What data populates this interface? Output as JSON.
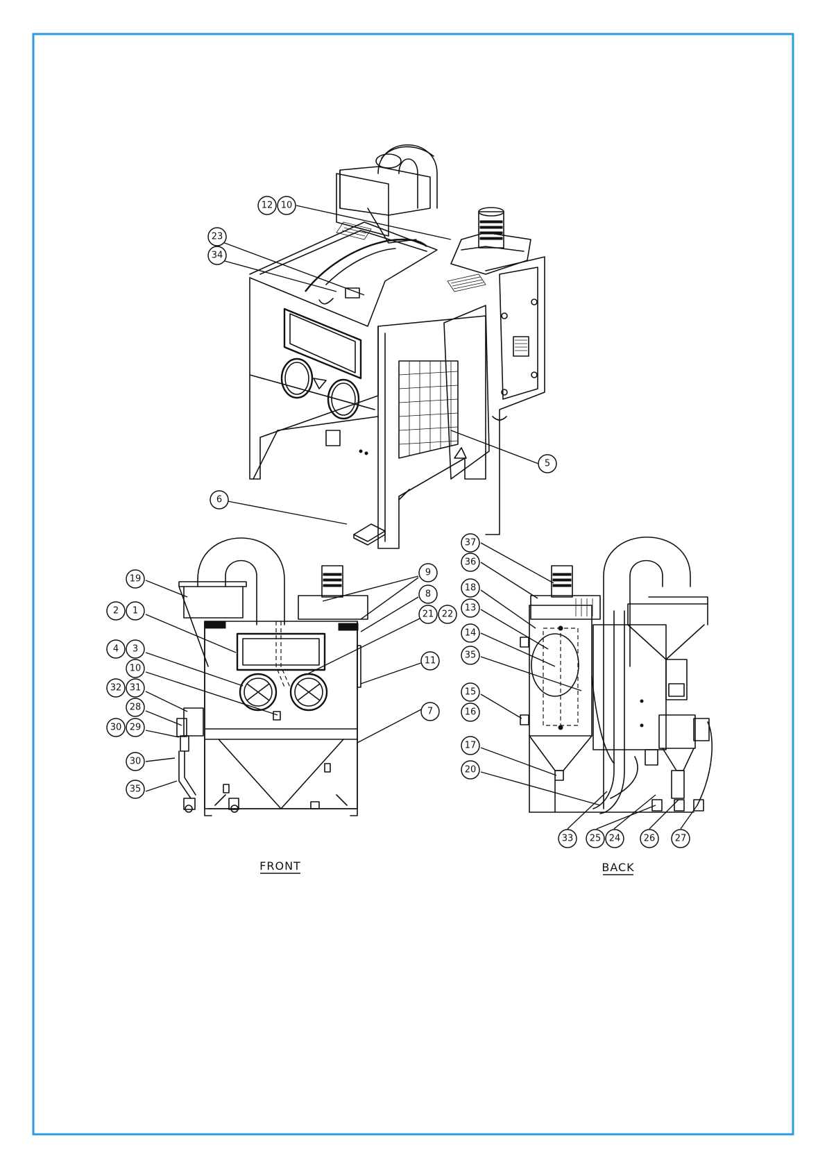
{
  "views": {
    "front_label": "FRONT",
    "back_label": "BACK"
  },
  "callouts": {
    "iso": [
      {
        "id": "c-iso-12",
        "label": "12"
      },
      {
        "id": "c-iso-10",
        "label": "10"
      },
      {
        "id": "c-iso-23",
        "label": "23"
      },
      {
        "id": "c-iso-34",
        "label": "34"
      },
      {
        "id": "c-iso-5",
        "label": "5"
      },
      {
        "id": "c-iso-6",
        "label": "6"
      }
    ],
    "front": [
      {
        "id": "c-fr-19",
        "label": "19"
      },
      {
        "id": "c-fr-2",
        "label": "2"
      },
      {
        "id": "c-fr-1",
        "label": "1"
      },
      {
        "id": "c-fr-4",
        "label": "4"
      },
      {
        "id": "c-fr-3",
        "label": "3"
      },
      {
        "id": "c-fr-10",
        "label": "10"
      },
      {
        "id": "c-fr-32",
        "label": "32"
      },
      {
        "id": "c-fr-31",
        "label": "31"
      },
      {
        "id": "c-fr-28",
        "label": "28"
      },
      {
        "id": "c-fr-30a",
        "label": "30"
      },
      {
        "id": "c-fr-29",
        "label": "29"
      },
      {
        "id": "c-fr-30b",
        "label": "30"
      },
      {
        "id": "c-fr-35",
        "label": "35"
      },
      {
        "id": "c-fr-9",
        "label": "9"
      },
      {
        "id": "c-fr-8",
        "label": "8"
      },
      {
        "id": "c-fr-21",
        "label": "21"
      },
      {
        "id": "c-fr-22",
        "label": "22"
      },
      {
        "id": "c-fr-11",
        "label": "11"
      },
      {
        "id": "c-fr-7",
        "label": "7"
      }
    ],
    "back": [
      {
        "id": "c-bk-37",
        "label": "37"
      },
      {
        "id": "c-bk-36",
        "label": "36"
      },
      {
        "id": "c-bk-18",
        "label": "18"
      },
      {
        "id": "c-bk-13",
        "label": "13"
      },
      {
        "id": "c-bk-14",
        "label": "14"
      },
      {
        "id": "c-bk-35",
        "label": "35"
      },
      {
        "id": "c-bk-15",
        "label": "15"
      },
      {
        "id": "c-bk-16",
        "label": "16"
      },
      {
        "id": "c-bk-17",
        "label": "17"
      },
      {
        "id": "c-bk-20",
        "label": "20"
      },
      {
        "id": "c-bk-33",
        "label": "33"
      },
      {
        "id": "c-bk-25",
        "label": "25"
      },
      {
        "id": "c-bk-24",
        "label": "24"
      },
      {
        "id": "c-bk-26",
        "label": "26"
      },
      {
        "id": "c-bk-27",
        "label": "27"
      }
    ]
  },
  "colors": {
    "frame": "#2b9be0",
    "ink": "#111111"
  }
}
